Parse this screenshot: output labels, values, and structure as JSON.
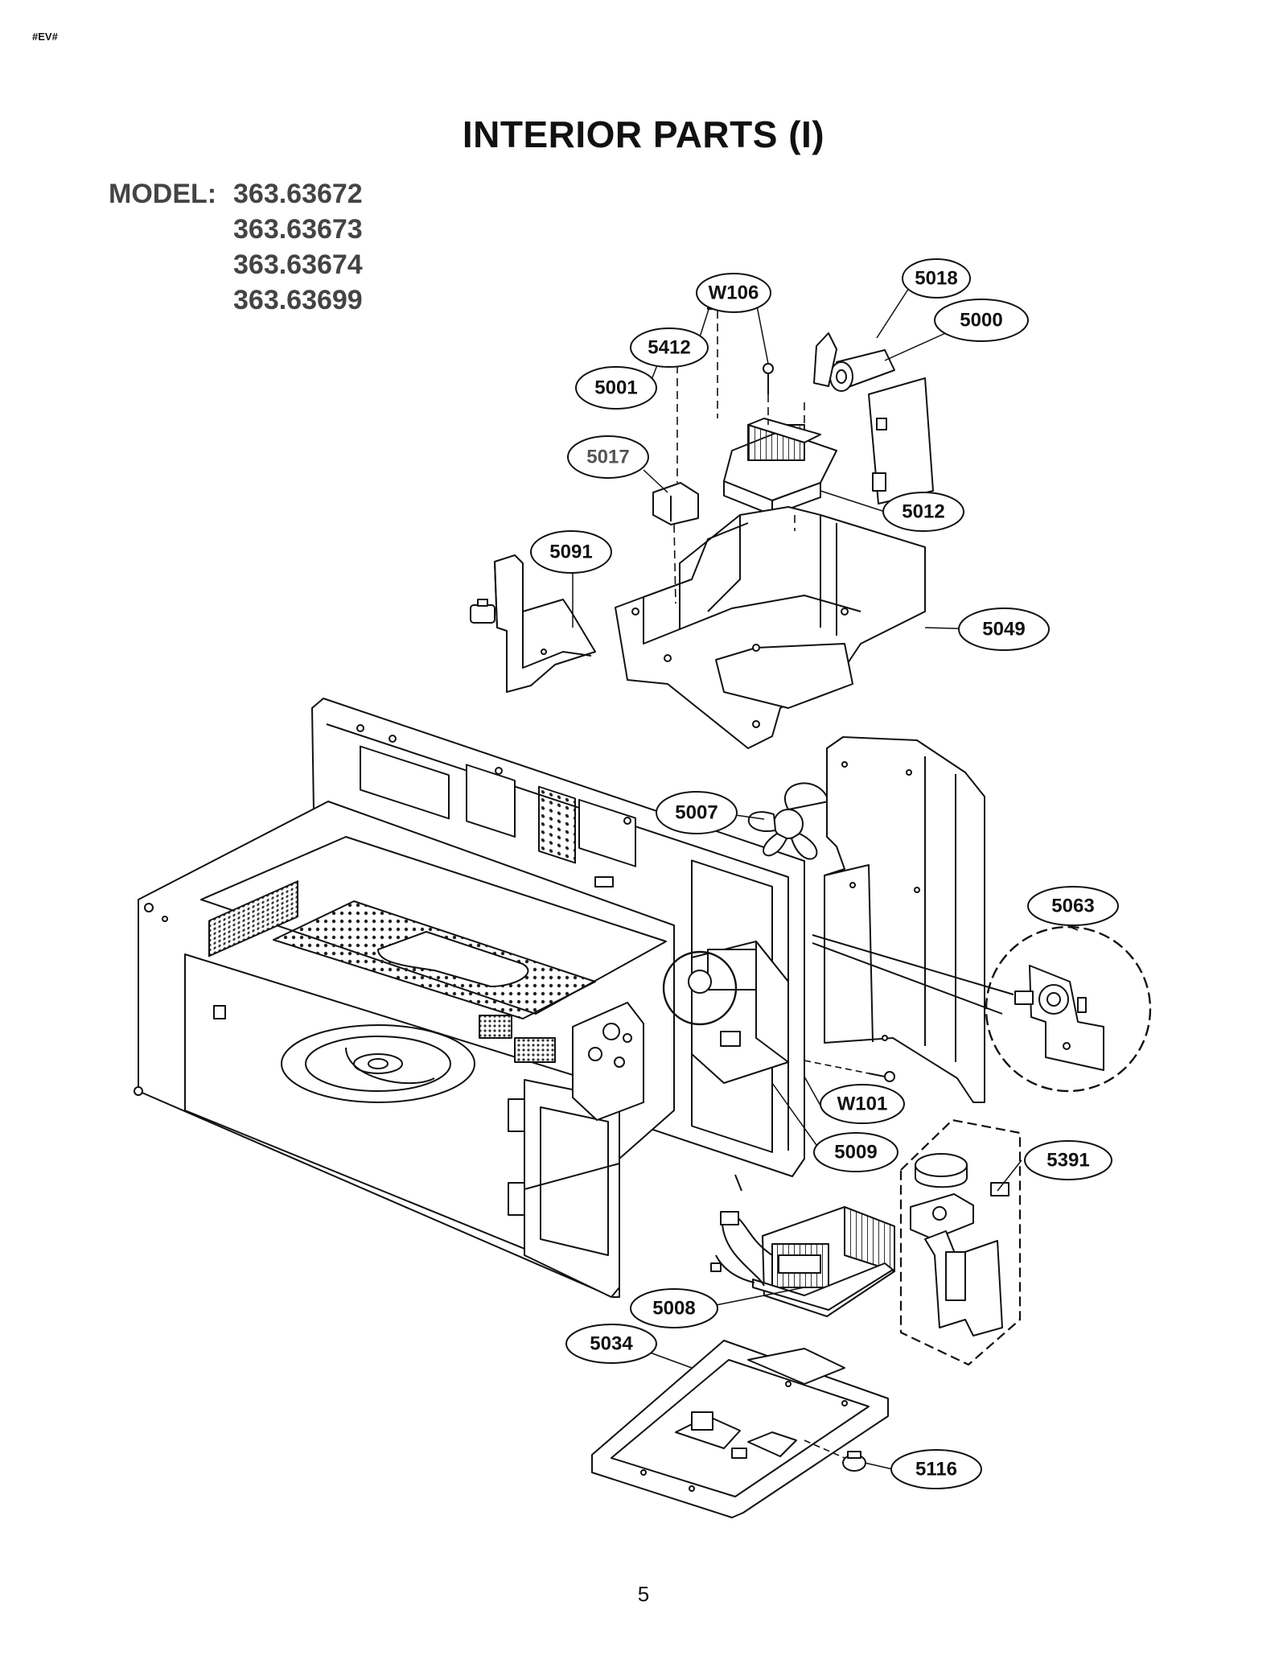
{
  "header": {
    "code": "#EV#"
  },
  "title": "INTERIOR PARTS (I)",
  "model": {
    "label": "MODEL:",
    "numbers": [
      "363.63672",
      "363.63673",
      "363.63674",
      "363.63699"
    ]
  },
  "callouts": [
    {
      "id": "W106"
    },
    {
      "id": "5018"
    },
    {
      "id": "5000"
    },
    {
      "id": "5412"
    },
    {
      "id": "5001"
    },
    {
      "id": "5017"
    },
    {
      "id": "5012"
    },
    {
      "id": "5091"
    },
    {
      "id": "5049"
    },
    {
      "id": "5007"
    },
    {
      "id": "5063"
    },
    {
      "id": "W101"
    },
    {
      "id": "5009"
    },
    {
      "id": "5391"
    },
    {
      "id": "5008"
    },
    {
      "id": "5034"
    },
    {
      "id": "5116"
    }
  ],
  "page_number": "5"
}
